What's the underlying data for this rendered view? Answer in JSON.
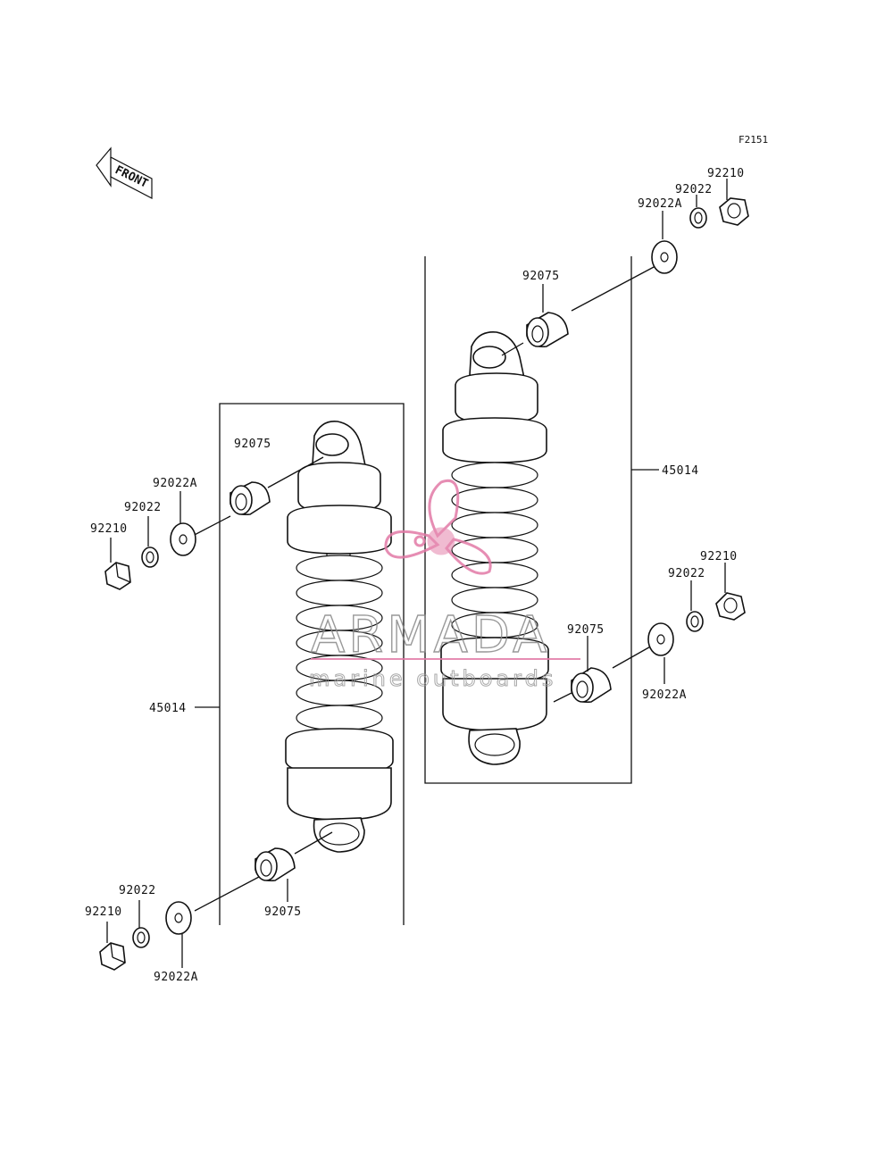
{
  "figure_code": "F2151",
  "front_arrow": {
    "label": "FRONT",
    "icon": "front-arrow-icon"
  },
  "watermark": {
    "brand": "ARMADA",
    "tagline": "marine outboards",
    "icon": "propeller-logo-icon",
    "accent_color": "#e27aa6",
    "text_color": "#888888"
  },
  "left_assembly": {
    "shock_absorber": "45014",
    "top_bushing": "92075",
    "top_washer": "92022A",
    "top_circlip": "92022",
    "top_nut": "92210",
    "bottom_bushing": "92075",
    "bottom_washer": "92022A",
    "bottom_circlip": "92022",
    "bottom_nut": "92210"
  },
  "right_assembly": {
    "shock_absorber": "45014",
    "top_bushing": "92075",
    "top_washer": "92022A",
    "top_circlip": "92022",
    "top_nut": "92210",
    "bottom_bushing": "92075",
    "bottom_washer": "92022A",
    "bottom_circlip": "92022",
    "bottom_nut": "92210"
  }
}
